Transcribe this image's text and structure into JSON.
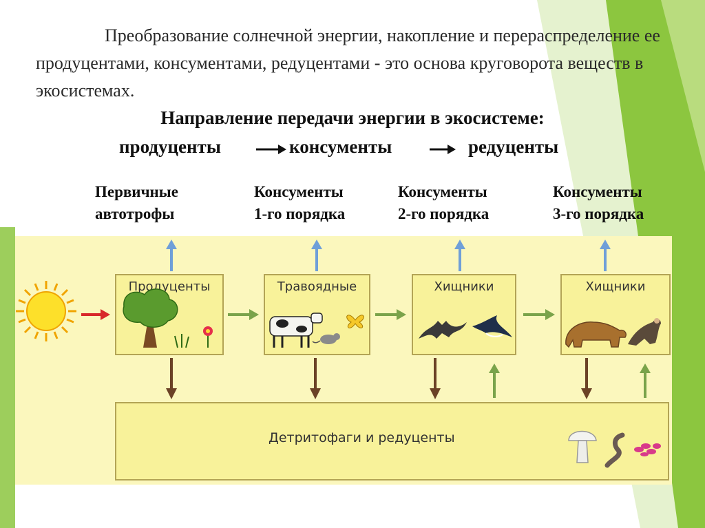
{
  "intro_text": "Преобразование солнечной энергии, накопление и перераспределение ее продуцентами, консументами, редуцентами - это основа круговорота веществ в экосистемах.",
  "heading": "Направление передачи энергии в экосистеме:",
  "chain": [
    "продуценты",
    "консументы",
    "редуценты"
  ],
  "levels": [
    {
      "line1": "Первичные",
      "line2": "автотрофы"
    },
    {
      "line1": "Консументы",
      "line2": "1-го порядка"
    },
    {
      "line1": "Консументы",
      "line2": "2-го порядка"
    },
    {
      "line1": "Консументы",
      "line2": "3-го порядка"
    }
  ],
  "boxes": [
    "Продуценты",
    "Травоядные",
    "Хищники",
    "Хищники"
  ],
  "detritus_label": "Детритофаги и редуценты",
  "colors": {
    "panel": "#fbf7bd",
    "box": "#f8f29a",
    "box_border": "#b3a455",
    "arrow_up": "#6f9fd8",
    "arrow_down": "#6b4226",
    "arrow_flow": "#7aa34a",
    "arrow_sun": "#d8282a",
    "deco_green": "#7bc142"
  }
}
